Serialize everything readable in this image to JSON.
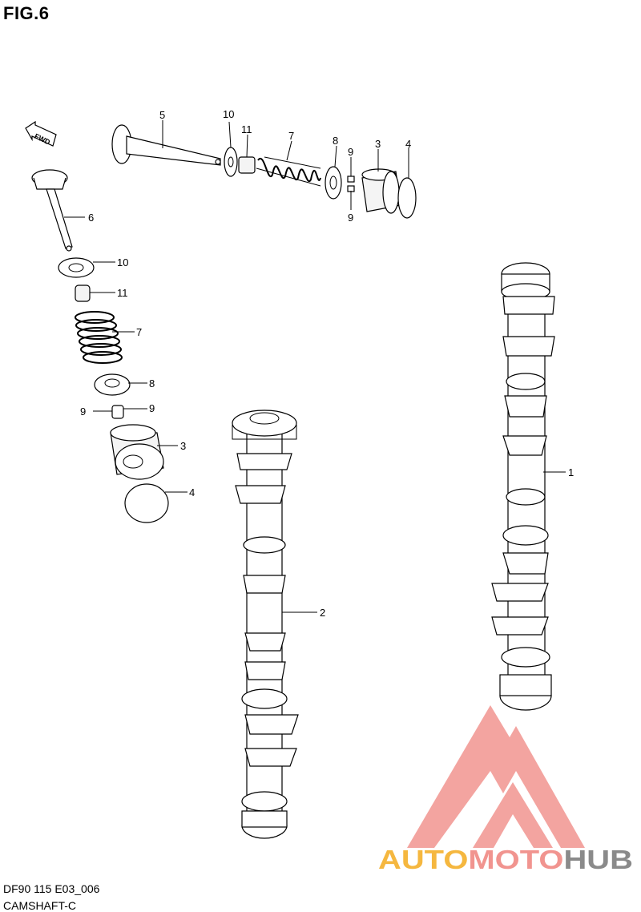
{
  "figure": {
    "title": "FIG.6"
  },
  "fwd_label": "FWD",
  "callouts": {
    "c1": "1",
    "c2": "2",
    "c3a": "3",
    "c3b": "3",
    "c4a": "4",
    "c4b": "4",
    "c5": "5",
    "c6": "6",
    "c7a": "7",
    "c7b": "7",
    "c8a": "8",
    "c8b": "8",
    "c9a": "9",
    "c9b": "9",
    "c9c": "9",
    "c9d": "9",
    "c10a": "10",
    "c10b": "10",
    "c11a": "11",
    "c11b": "11"
  },
  "watermark": {
    "part1": "AUTO",
    "part2": "MOTO",
    "part3": "HUB",
    "color1": "#f5b73f",
    "color2": "#f1948f",
    "color3": "#8a8a8a"
  },
  "footer": {
    "code": "DF90 115 E03_006",
    "name": "CAMSHAFT-C"
  }
}
